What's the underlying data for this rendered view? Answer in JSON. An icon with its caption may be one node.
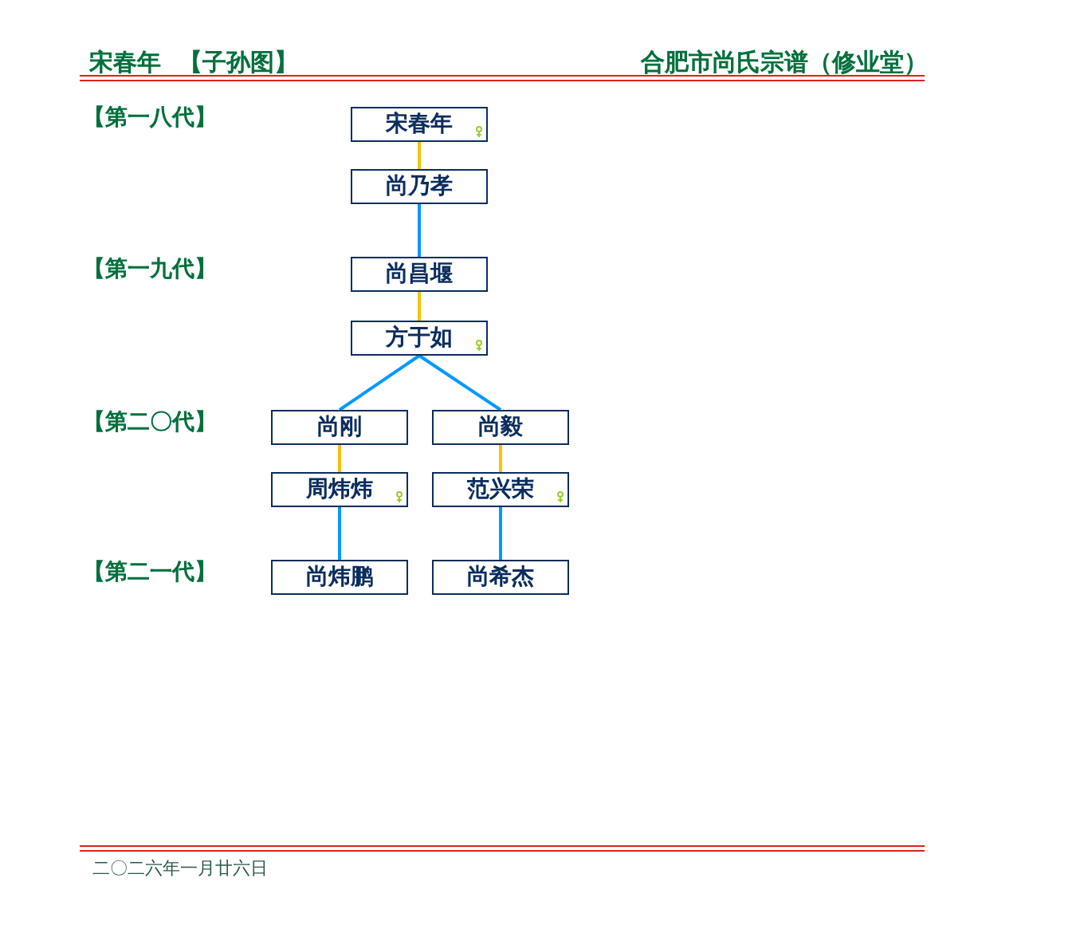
{
  "diagram": {
    "title": "合肥市尚氏宗谱（修业堂）",
    "nodes": [
      {
        "text": [
          "宋春年"
        ]
      },
      {
        "text": [
          "尚乃孝"
        ]
      },
      {
        "text": [
          "尚昌堰"
        ]
      },
      {
        "text": [
          "方于如"
        ]
      },
      {
        "text": [
          "尚刚"
        ]
      },
      {
        "text": [
          "尚毅"
        ]
      },
      {
        "text": [
          "周炜炜"
        ]
      },
      {
        "text": [
          "范兴荣"
        ]
      },
      {
        "text": [
          "尚炜鹏"
        ]
      },
      {
        "text": [
          "尚希杰"
        ]
      }
    ],
    "edges": [
      {
        "from": 0,
        "to": 1,
        "arrow": "none",
        "color": "#f5c400"
      },
      {
        "from": 1,
        "to": 2,
        "arrow": "none"
      },
      {
        "from": 2,
        "to": 3,
        "arrow": "none",
        "color": "#f5c400"
      },
      {
        "from": 3,
        "to": 4,
        "arrow": "none"
      },
      {
        "from": 3,
        "to": 5,
        "arrow": "none"
      },
      {
        "from": 4,
        "to": 6,
        "arrow": "none",
        "color": "#f5c400"
      },
      {
        "from": 5,
        "to": 7,
        "arrow": "none",
        "color": "#f5c400"
      },
      {
        "from": 6,
        "to": 8,
        "arrow": "none"
      },
      {
        "from": 7,
        "to": 9,
        "arrow": "none"
      }
    ],
    "labels": [
      "宋春年",
      "【子孙图】",
      "【第一八代】",
      "【第一九代】",
      "【第二〇代】",
      "【第二一代】",
      "二〇二六年一月廿六日"
    ]
  }
}
